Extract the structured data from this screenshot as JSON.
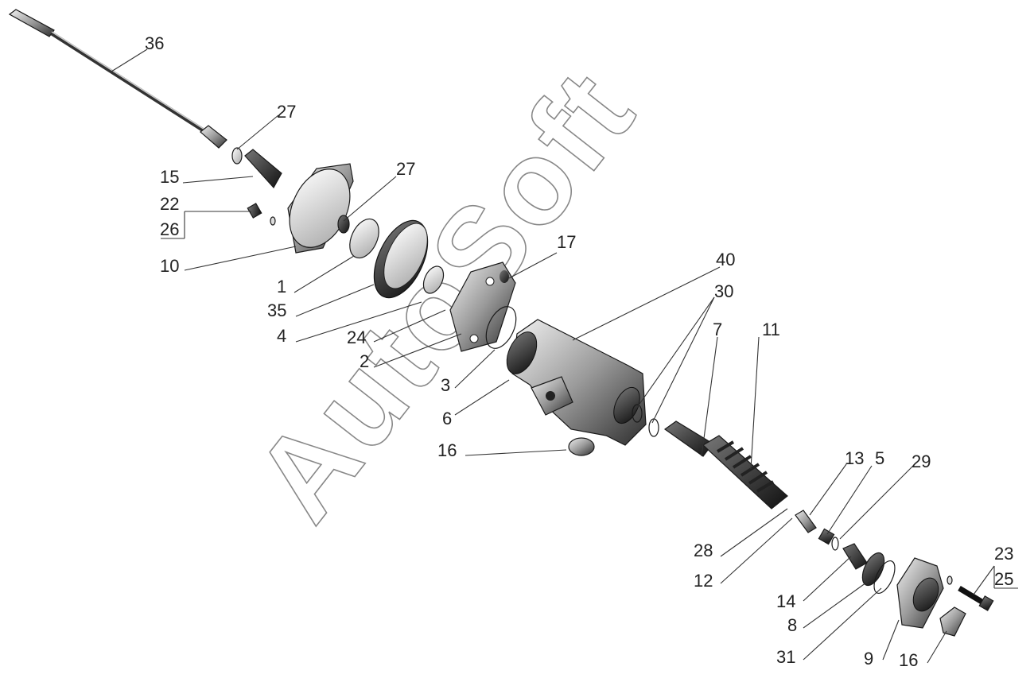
{
  "watermark": "AutoSoft",
  "callouts": [
    {
      "label": "36"
    },
    {
      "label": "27"
    },
    {
      "label": "15"
    },
    {
      "label": "22"
    },
    {
      "label": "26"
    },
    {
      "label": "27"
    },
    {
      "label": "10"
    },
    {
      "label": "1"
    },
    {
      "label": "35"
    },
    {
      "label": "4"
    },
    {
      "label": "24"
    },
    {
      "label": "2"
    },
    {
      "label": "17"
    },
    {
      "label": "40"
    },
    {
      "label": "30"
    },
    {
      "label": "7"
    },
    {
      "label": "11"
    },
    {
      "label": "3"
    },
    {
      "label": "6"
    },
    {
      "label": "16"
    },
    {
      "label": "13"
    },
    {
      "label": "5"
    },
    {
      "label": "29"
    },
    {
      "label": "28"
    },
    {
      "label": "12"
    },
    {
      "label": "14"
    },
    {
      "label": "8"
    },
    {
      "label": "31"
    },
    {
      "label": "9"
    },
    {
      "label": "16"
    },
    {
      "label": "23"
    },
    {
      "label": "25"
    }
  ]
}
